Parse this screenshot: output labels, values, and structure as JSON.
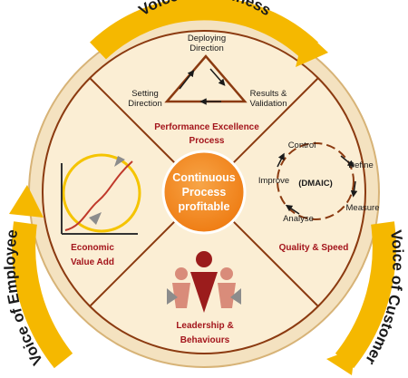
{
  "banners": {
    "top": "Voice of Business",
    "left": "Voice of Employee",
    "right": "Voice of Customer"
  },
  "center": {
    "line1": "Continuous",
    "line2": "Process",
    "line3": "profitable"
  },
  "quadrants": {
    "top": {
      "title_line1": "Performance Excellence",
      "title_line2": "Process",
      "node_top_line1": "Deploying",
      "node_top_line2": "Direction",
      "node_left_line1": "Setting",
      "node_left_line2": "Direction",
      "node_right_line1": "Results &",
      "node_right_line2": "Validation"
    },
    "right": {
      "title": "Quality & Speed",
      "cycle_center": "(DMAIC)",
      "steps": [
        "Control",
        "Define",
        "Measure",
        "Analyse",
        "Improve"
      ]
    },
    "bottom": {
      "title_line1": "Leadership &",
      "title_line2": "Behaviours"
    },
    "left": {
      "title_line1": "Economic",
      "title_line2": "Value Add"
    }
  },
  "colors": {
    "banner": "#f5b800",
    "banner_edge": "#d89500",
    "ring": "#f4e2c0",
    "quadrant": "#fbeed4",
    "divider": "#8b3a10",
    "center": "#f28a21",
    "title_red": "#a3141b"
  }
}
